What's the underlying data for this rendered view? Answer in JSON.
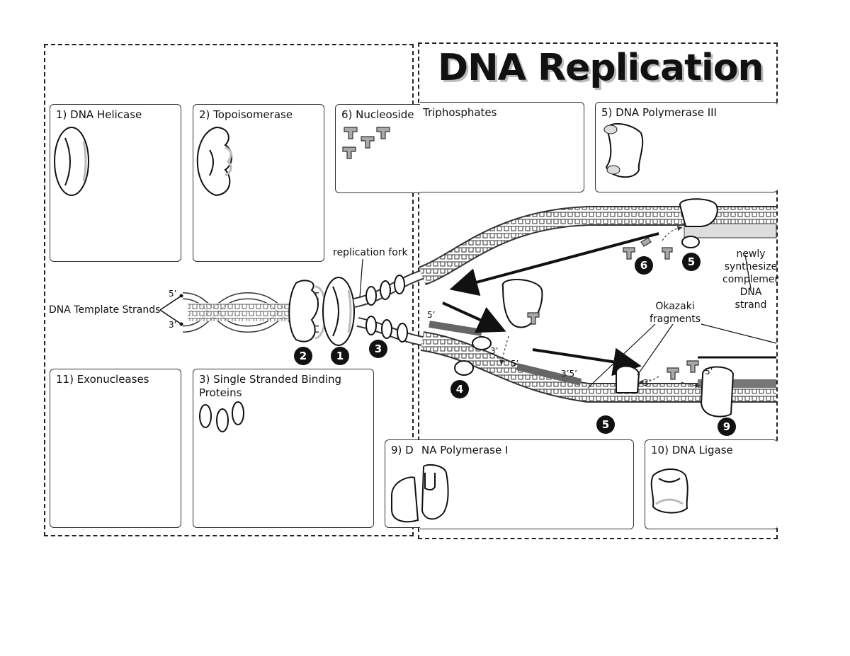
{
  "title": "DNA Replication",
  "boxes": {
    "helicase": "1) DNA Helicase",
    "topoisomerase": "2) Topoisomerase",
    "nucleoside_left": "6) Nucleoside",
    "nucleoside_right": "Triphosphates",
    "polymerase3": "5) DNA Polymerase III",
    "exonucleases": "11) Exonucleases",
    "ssb": "3) Single Stranded Binding\n    Proteins",
    "polymerase1_left": "9) D",
    "polymerase1_right": "NA Polymerase I",
    "ligase": "10) DNA Ligase"
  },
  "labels": {
    "template_strands": "DNA Template Strands",
    "replication_fork": "replication fork",
    "okazaki": "Okazaki\nfragments",
    "newly": "newly\nsynthesize\ncomplement\nDNA strand",
    "five_prime": "5’",
    "three_prime": "3’",
    "three_five": "3’5’"
  },
  "markers": [
    "2",
    "1",
    "3",
    "6",
    "5",
    "4",
    "5",
    "9"
  ]
}
